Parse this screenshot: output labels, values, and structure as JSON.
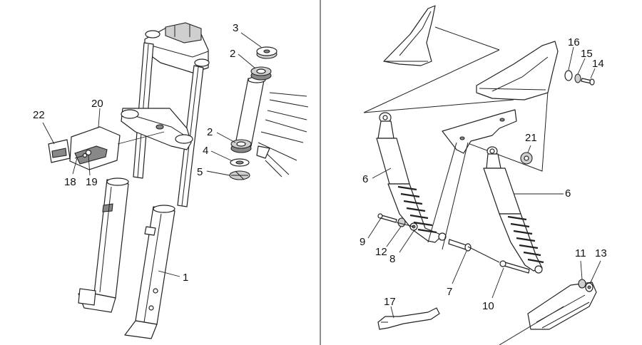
{
  "callouts": [
    {
      "id": "c3",
      "text": "3"
    },
    {
      "id": "c2a",
      "text": "2"
    },
    {
      "id": "c2b",
      "text": "2"
    },
    {
      "id": "c4",
      "text": "4"
    },
    {
      "id": "c5",
      "text": "5"
    },
    {
      "id": "c20",
      "text": "20"
    },
    {
      "id": "c22",
      "text": "22"
    },
    {
      "id": "c18",
      "text": "18"
    },
    {
      "id": "c19",
      "text": "19"
    },
    {
      "id": "c1",
      "text": "1"
    },
    {
      "id": "c16",
      "text": "16"
    },
    {
      "id": "c15",
      "text": "15"
    },
    {
      "id": "c14",
      "text": "14"
    },
    {
      "id": "c21",
      "text": "21"
    },
    {
      "id": "c6a",
      "text": "6"
    },
    {
      "id": "c6b",
      "text": "6"
    },
    {
      "id": "c9",
      "text": "9"
    },
    {
      "id": "c12",
      "text": "12"
    },
    {
      "id": "c8",
      "text": "8"
    },
    {
      "id": "c7",
      "text": "7"
    },
    {
      "id": "c10",
      "text": "10"
    },
    {
      "id": "c11",
      "text": "11"
    },
    {
      "id": "c13",
      "text": "13"
    },
    {
      "id": "c17",
      "text": "17"
    }
  ]
}
